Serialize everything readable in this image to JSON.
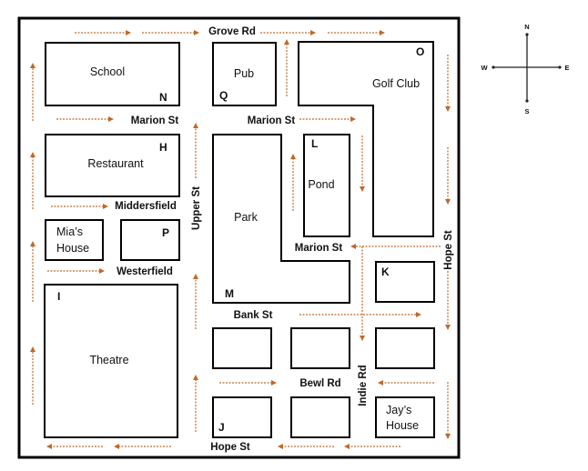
{
  "map": {
    "places": {
      "school": "School",
      "pub": "Pub",
      "golf_club": "Golf Club",
      "restaurant": "Restaurant",
      "park": "Park",
      "pond": "Pond",
      "mias_house_line1": "Mia’s",
      "mias_house_line2": "House",
      "theatre": "Theatre",
      "jays_house_line1": "Jay’s",
      "jays_house_line2": "House"
    },
    "letters": {
      "N": "N",
      "Q": "Q",
      "O": "O",
      "H": "H",
      "L": "L",
      "P": "P",
      "M": "M",
      "K": "K",
      "I": "I",
      "J": "J"
    },
    "streets": {
      "grove_rd": "Grove Rd",
      "marion_st_west": "Marion St",
      "marion_st_centre": "Marion St",
      "marion_st_east": "Marion St",
      "middersfield": "Middersfield",
      "westerfield": "Westerfield",
      "upper_st": "Upper St",
      "bank_st": "Bank St",
      "bewl_rd": "Bewl Rd",
      "indie_rd": "Indie Rd",
      "hope_st_east": "Hope St",
      "hope_st_south": "Hope St"
    },
    "compass": {
      "n": "N",
      "s": "S",
      "e": "E",
      "w": "W"
    },
    "colors": {
      "arrow": "#c0692a",
      "outline": "#000000"
    }
  }
}
